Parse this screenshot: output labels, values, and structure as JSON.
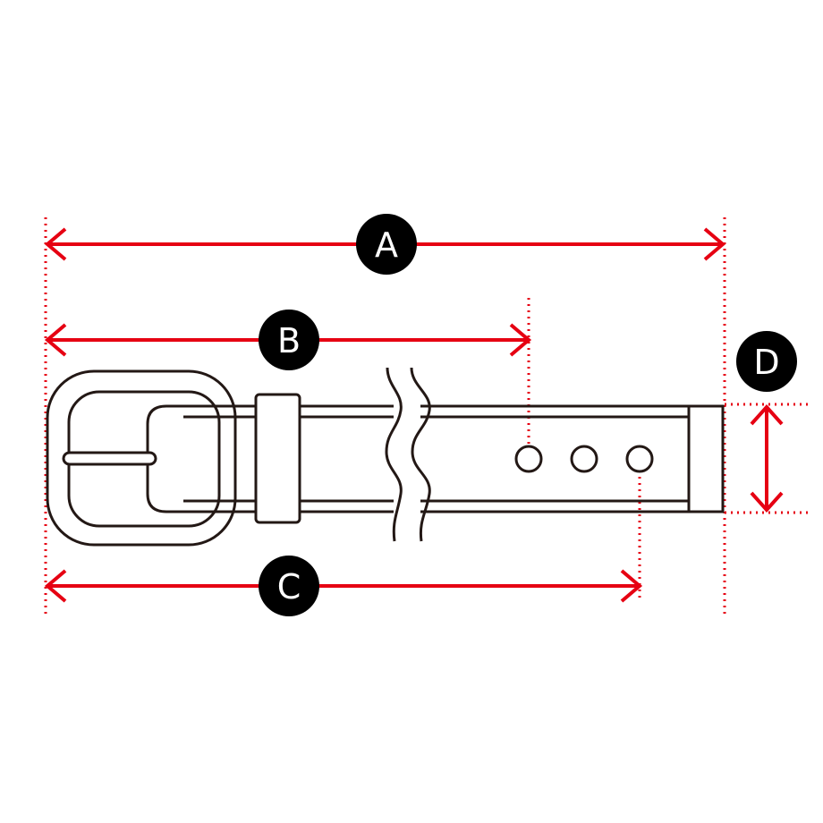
{
  "diagram": {
    "labels": {
      "a": "A",
      "b": "B",
      "c": "C",
      "d": "D"
    },
    "colors": {
      "dimension": "#e60012",
      "outline": "#231815",
      "badge": "#000000",
      "badge_text": "#ffffff"
    },
    "icons": [
      "belt-buckle-icon",
      "belt-keeper-icon",
      "belt-strap-icon",
      "belt-hole-icon"
    ]
  }
}
